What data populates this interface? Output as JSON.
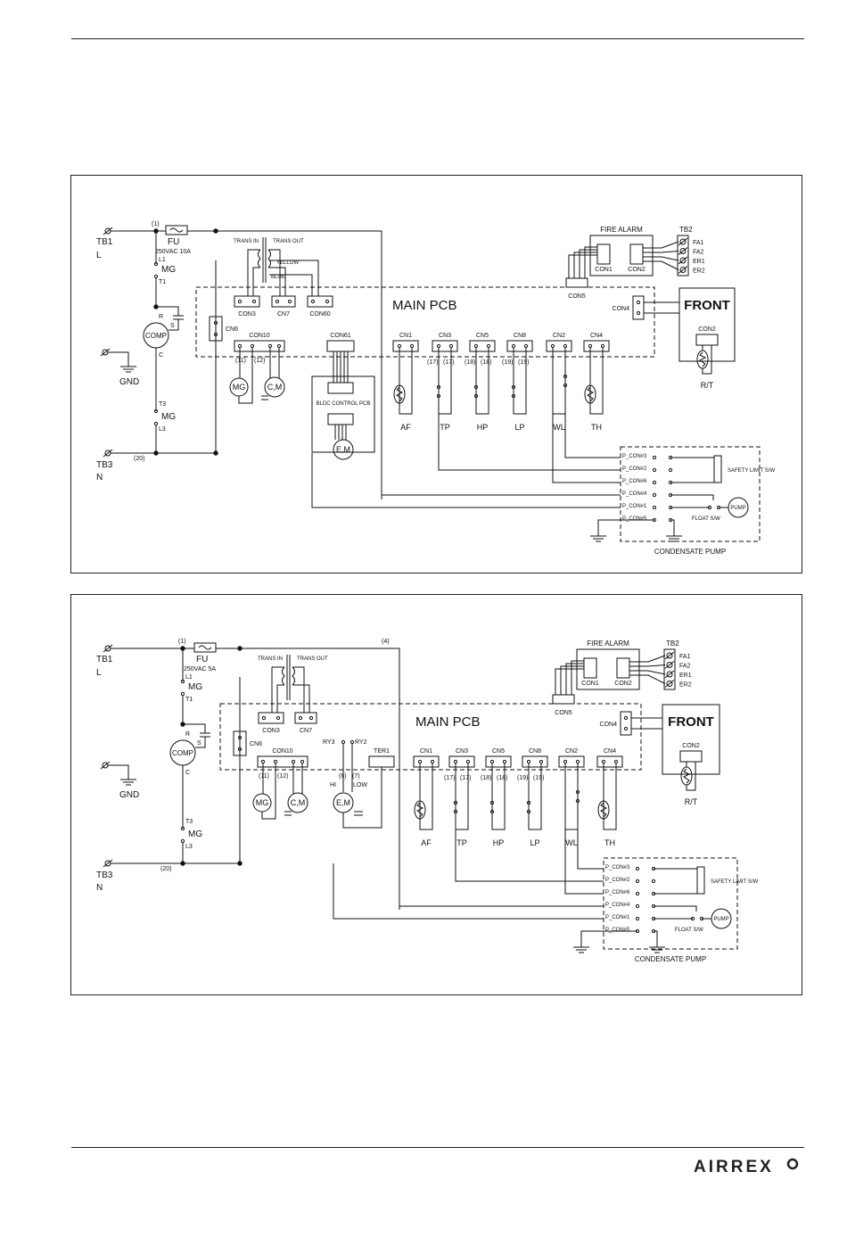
{
  "diagrams": [
    {
      "fuse_rating": "250VAC 10A",
      "terminals": {
        "tb1": "TB1",
        "l": "L",
        "tb3": "TB3",
        "n": "N",
        "gnd": "GND"
      },
      "wire_markers": {
        "w1": "(1)",
        "w20": "(20)"
      },
      "comp": {
        "label": "COMP",
        "r": "R",
        "s": "S",
        "c": "C"
      },
      "mg_contacts": {
        "top": [
          "L1",
          "MG",
          "T1"
        ],
        "bottom": [
          "T3",
          "MG",
          "L3"
        ]
      },
      "fuse": "FU",
      "transformer": {
        "in": "TRANS IN",
        "out": "TRANS OUT",
        "yellow": "YELLOW",
        "blue": "BLUE"
      },
      "main_pcb": "MAIN PCB",
      "connectors": [
        "CON3",
        "CN7",
        "CON60",
        "CN6",
        "CON10",
        "CON61",
        "CN1",
        "CN3",
        "CN5",
        "CN8",
        "CN2",
        "CN4",
        "CON5",
        "CON4"
      ],
      "con10_wires": [
        "(11)",
        "(12)"
      ],
      "loads": {
        "mg": "MG",
        "cm": "C,M",
        "em": "E,M",
        "bldc": "BLDC CONTROL PCB"
      },
      "sensor_wires": [
        "(17)",
        "(17)",
        "(18)",
        "(18)",
        "(19)",
        "(19)"
      ],
      "sensors": [
        "AF",
        "TP",
        "HP",
        "LP",
        "WL",
        "TH"
      ],
      "fire_alarm": {
        "title": "FIRE ALARM",
        "con1": "CON1",
        "con2": "CON2"
      },
      "tb2": {
        "title": "TB2",
        "pins": [
          "FA1",
          "FA2",
          "ER1",
          "ER2"
        ]
      },
      "front": {
        "title": "FRONT",
        "con2": "CON2",
        "rt": "R/T"
      },
      "pump": {
        "pcons": [
          "P_CON#3",
          "P_CON#2",
          "P_CON#6",
          "P_CON#4",
          "P_CON#1",
          "P_CON#5"
        ],
        "safety": "SAFETY LIMIT S/W",
        "float": "FLOAT S/W",
        "pump": "PUMP",
        "title": "CONDENSATE PUMP"
      }
    },
    {
      "fuse_rating": "250VAC 5A",
      "terminals": {
        "tb1": "TB1",
        "l": "L",
        "tb3": "TB3",
        "n": "N",
        "gnd": "GND"
      },
      "wire_markers": {
        "w1": "(1)",
        "w4": "(4)",
        "w20": "(20)"
      },
      "comp": {
        "label": "COMP",
        "r": "R",
        "s": "S",
        "c": "C"
      },
      "mg_contacts": {
        "top": [
          "L1",
          "MG",
          "T1"
        ],
        "bottom": [
          "T3",
          "MG",
          "L3"
        ]
      },
      "fuse": "FU",
      "transformer": {
        "in": "TRANS IN",
        "out": "TRANS OUT"
      },
      "main_pcb": "MAIN PCB",
      "connectors": [
        "CON3",
        "CN7",
        "CN6",
        "CON10",
        "RY3",
        "RY2",
        "TER1",
        "CN1",
        "CN3",
        "CN5",
        "CN8",
        "CN2",
        "CN4",
        "CON5",
        "CON4"
      ],
      "con10_wires": [
        "(11)",
        "(12)"
      ],
      "relay_wires": [
        "(6)",
        "(7)",
        "HI",
        "LOW"
      ],
      "loads": {
        "mg": "MG",
        "cm": "C,M",
        "em": "E,M"
      },
      "sensor_wires": [
        "(17)",
        "(17)",
        "(18)",
        "(18)",
        "(19)",
        "(19)"
      ],
      "sensors": [
        "AF",
        "TP",
        "HP",
        "LP",
        "WL",
        "TH"
      ],
      "fire_alarm": {
        "title": "FIRE ALARM",
        "con1": "CON1",
        "con2": "CON2"
      },
      "tb2": {
        "title": "TB2",
        "pins": [
          "FA1",
          "FA2",
          "ER1",
          "ER2"
        ]
      },
      "front": {
        "title": "FRONT",
        "con2": "CON2",
        "rt": "R/T"
      },
      "pump": {
        "pcons": [
          "P_CON#3",
          "P_CON#2",
          "P_CON#6",
          "P_CON#4",
          "P_CON#1",
          "P_CON#5"
        ],
        "safety": "SAFETY LIMIT S/W",
        "float": "FLOAT S/W",
        "pump": "PUMP",
        "title": "CONDENSATE PUMP"
      }
    }
  ],
  "logo": "AIRREX"
}
